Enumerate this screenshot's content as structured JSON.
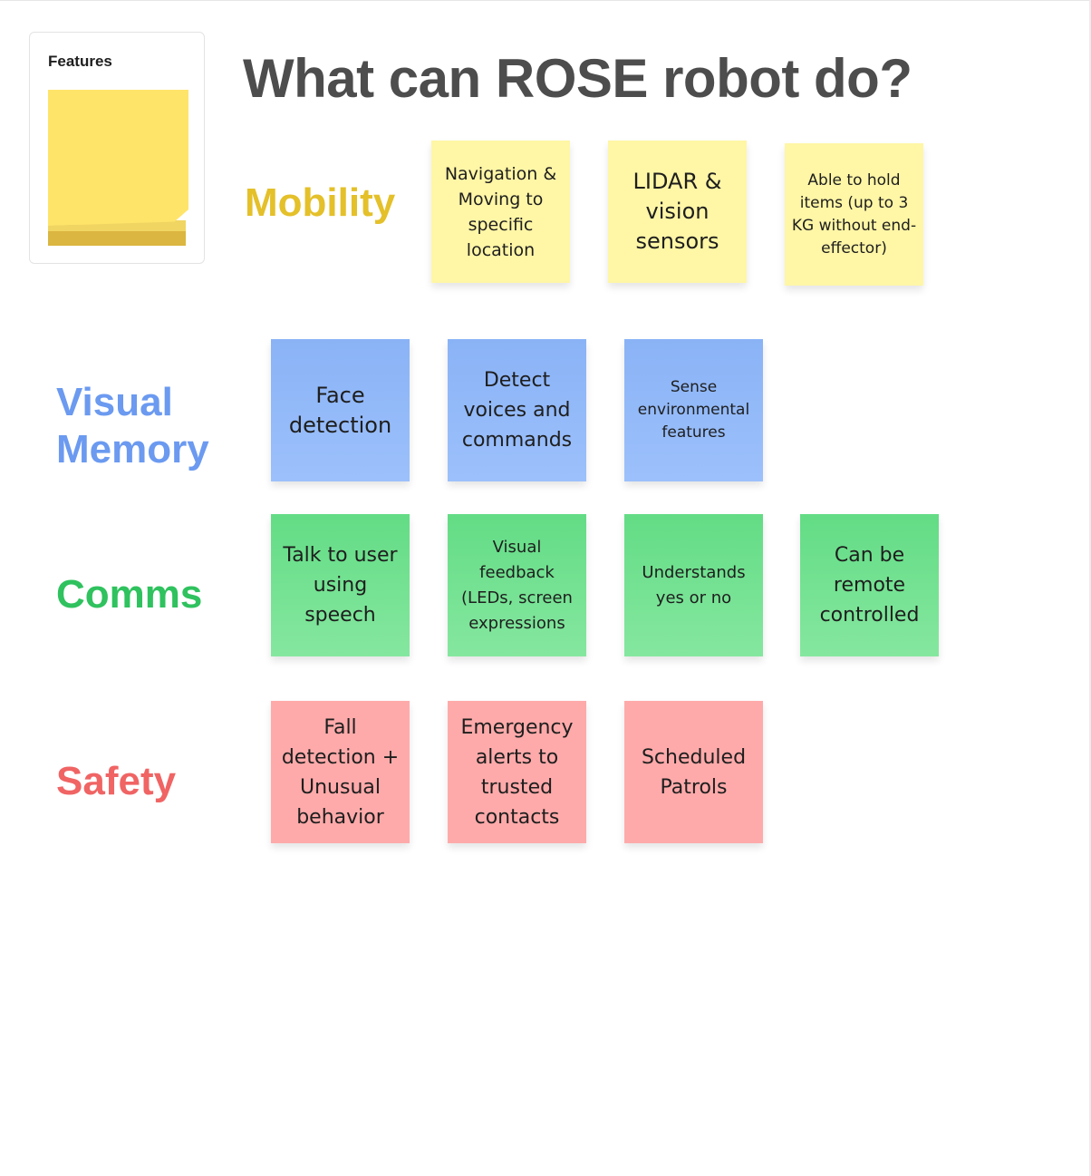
{
  "panel": {
    "title": "Features"
  },
  "title": "What can ROSE robot do?",
  "categories": {
    "mobility": "Mobility",
    "visual_line1": "Visual",
    "visual_line2": "Memory",
    "comms": "Comms",
    "safety": "Safety"
  },
  "notes": {
    "mobility": [
      "Navigation & Moving to specific location",
      "LIDAR & vision sensors",
      "Able to hold items (up to 3 KG without end-effector)"
    ],
    "visual": [
      "Face detection",
      "Detect voices and commands",
      "Sense environmental features"
    ],
    "comms": [
      "Talk to user using speech",
      "Visual feedback (LEDs, screen expressions",
      "Understands yes or no",
      "Can be remote controlled"
    ],
    "safety": [
      "Fall detection + Unusual behavior",
      "Emergency alerts to trusted contacts",
      "Scheduled Patrols"
    ]
  },
  "colors": {
    "mobility": "#e4c02a",
    "visual": "#6b9af0",
    "comms": "#2fc25e",
    "safety": "#f06464"
  }
}
